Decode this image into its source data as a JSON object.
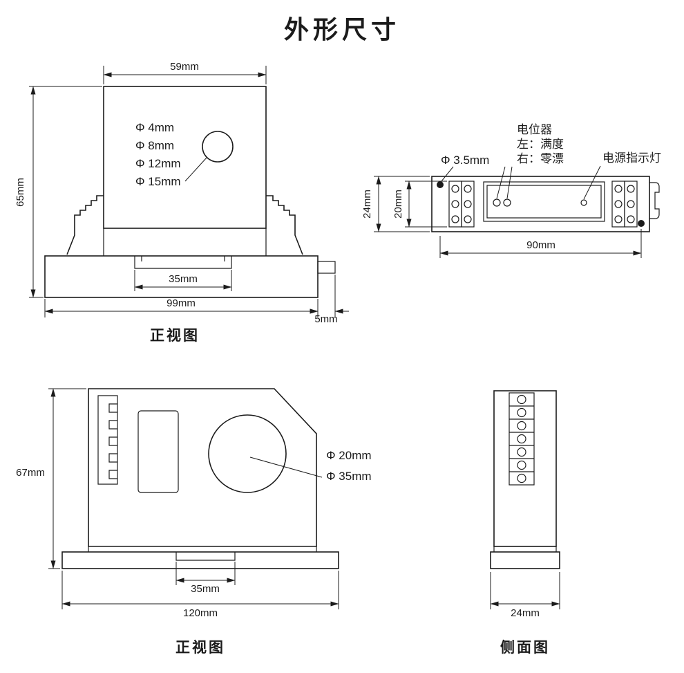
{
  "title": "外形尺寸",
  "views": {
    "front_top": {
      "caption": "正视图",
      "dims": {
        "top_width": "59mm",
        "height": "65mm",
        "rail": "35mm",
        "total_width": "99mm",
        "tab": "5mm"
      },
      "hole_labels": [
        "Φ 4mm",
        "Φ 8mm",
        "Φ 12mm",
        "Φ 15mm"
      ]
    },
    "top": {
      "labels": {
        "pot": "电位器",
        "pot_left": "左：满度",
        "pot_right": "右：零漂",
        "hole": "Φ 3.5mm",
        "led": "电源指示灯"
      },
      "dims": {
        "outer_height": "24mm",
        "inner_height": "20mm",
        "length": "90mm"
      }
    },
    "front_bottom": {
      "caption": "正视图",
      "dims": {
        "height": "67mm",
        "rail": "35mm",
        "width": "120mm"
      },
      "hole_labels": [
        "Φ 20mm",
        "Φ 35mm"
      ]
    },
    "side": {
      "caption": "侧面图",
      "dims": {
        "width": "24mm"
      }
    }
  }
}
